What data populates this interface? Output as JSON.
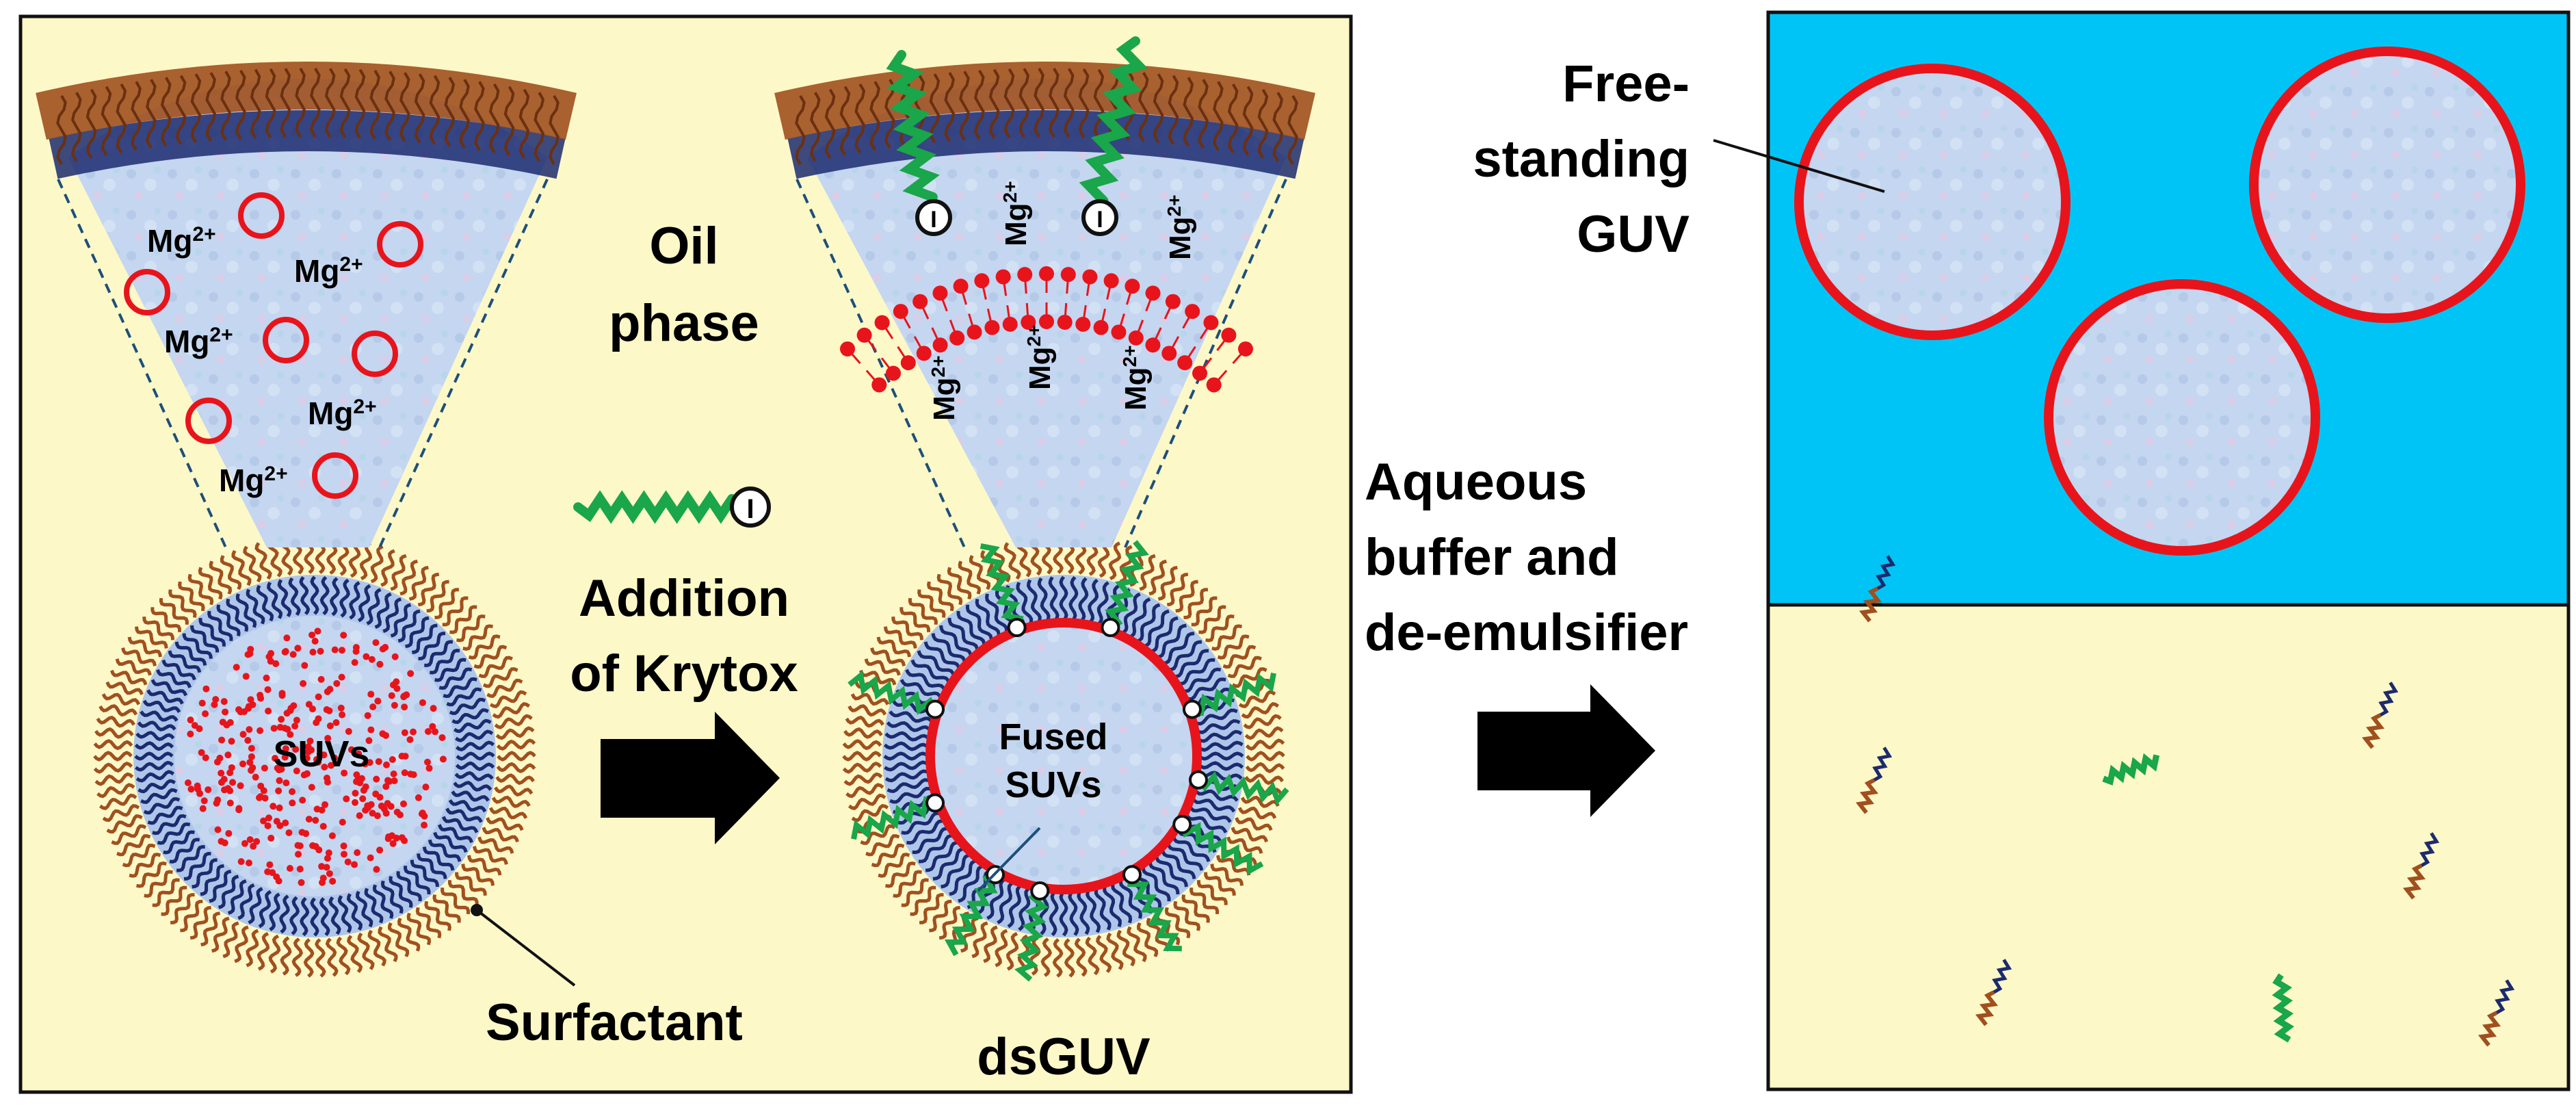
{
  "colors": {
    "oil_phase": "#fdf8c8",
    "aqueous": "#00c4f5",
    "membrane_red": "#e8141b",
    "surfactant_brown": "#a0501e",
    "surfactant_navy": "#1c2a6e",
    "krytox_green": "#1aa64a",
    "gel_blue": "#c2d6f0",
    "arrow": "#000000"
  },
  "panel_left": {
    "oil_phase_label": [
      "Oil",
      "phase"
    ],
    "krytox_label": [
      "Addition",
      "of Krytox"
    ],
    "ion_label_base": "Mg",
    "ion_label_charge": "2+",
    "suvs_label": "SUVs",
    "fused_label": [
      "Fused",
      "SUVs"
    ],
    "surfactant_label": "Surfactant",
    "dsguv_label": "dsGUV",
    "krytox_symbol": "I"
  },
  "middle": {
    "step_label": [
      "Aqueous",
      "buffer and",
      "de-emulsifier"
    ]
  },
  "panel_right": {
    "guv_label": [
      "Free-",
      "standing",
      "GUV"
    ]
  }
}
